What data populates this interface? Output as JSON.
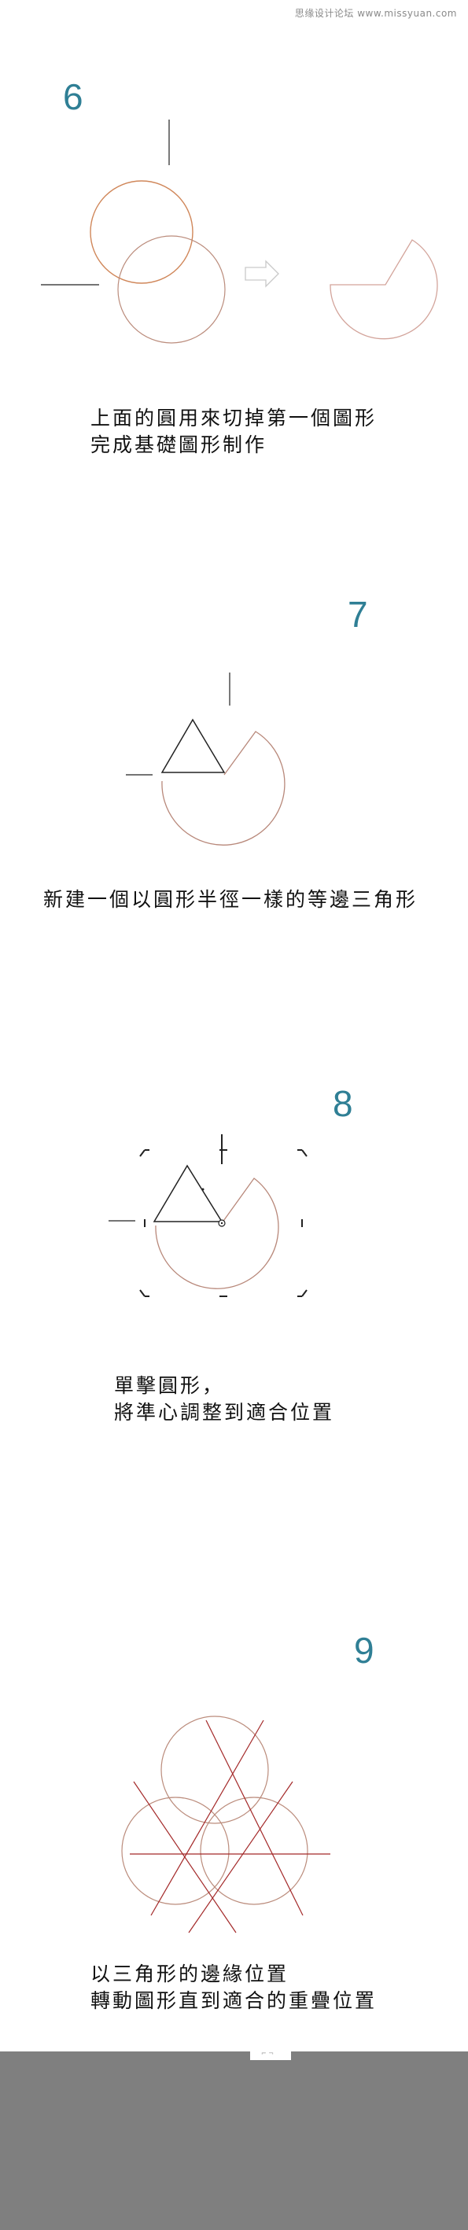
{
  "watermark": "思缘设计论坛 www.missyuan.com",
  "steps": [
    {
      "number": "6",
      "caption_lines": [
        "上面的圓用來切掉第一個圖形",
        "完成基礎圖形制作"
      ]
    },
    {
      "number": "7",
      "caption_lines": [
        "新建一個以圓形半徑一樣的等邊三角形"
      ]
    },
    {
      "number": "8",
      "caption_lines": [
        "單擊圓形，",
        "將準心調整到適合位置"
      ]
    },
    {
      "number": "9",
      "caption_lines": [
        "以三角形的邊緣位置",
        "轉動圖形直到適合的重疊位置"
      ]
    }
  ],
  "footer_mark": "⌐ ¬",
  "colors": {
    "step_number": "#2f7f95",
    "orange_circle": "#d0875a",
    "brown_circle": "#bb8c7c",
    "red_line": "#a32828",
    "footer_band": "#7f7f7f"
  },
  "icons": [
    "arrow-right-icon",
    "rotation-center-icon"
  ]
}
